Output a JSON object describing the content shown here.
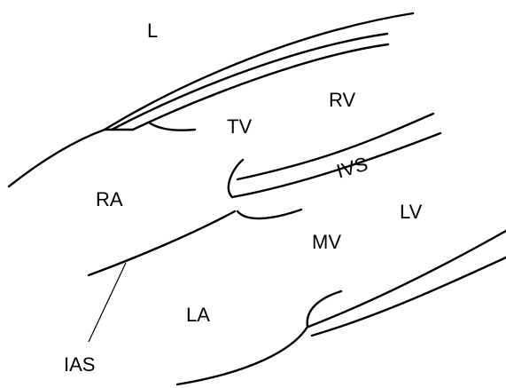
{
  "labels": {
    "lung": "L",
    "right_ventricle": "RV",
    "tricuspid_valve": "TV",
    "interventricular_septum": "IVS",
    "right_atrium": "RA",
    "left_ventricle": "LV",
    "mitral_valve": "MV",
    "left_atrium": "LA",
    "interatrial_septum": "IAS"
  },
  "colors": {
    "line": "#000000",
    "background": "#ffffff"
  }
}
